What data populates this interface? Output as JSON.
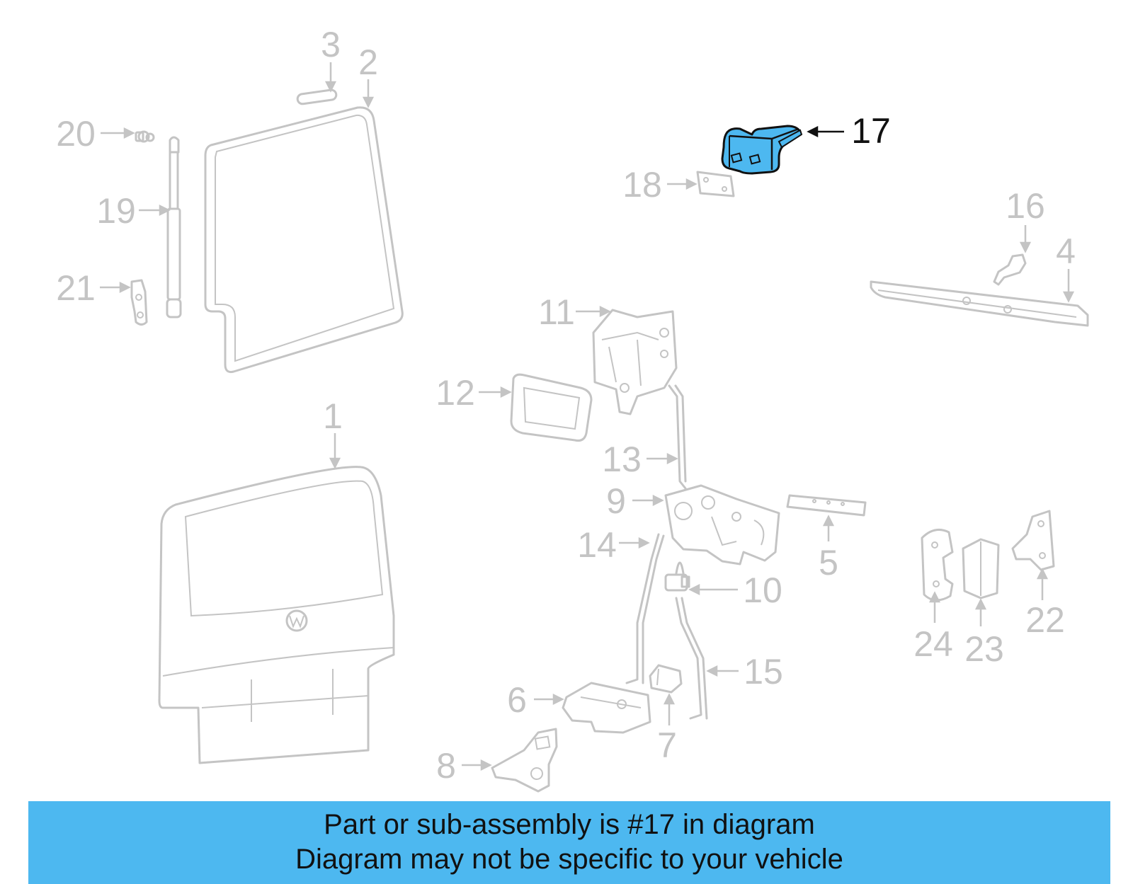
{
  "callouts": [
    {
      "id": "1",
      "label": "1"
    },
    {
      "id": "2",
      "label": "2"
    },
    {
      "id": "3",
      "label": "3"
    },
    {
      "id": "4",
      "label": "4"
    },
    {
      "id": "5",
      "label": "5"
    },
    {
      "id": "6",
      "label": "6"
    },
    {
      "id": "7",
      "label": "7"
    },
    {
      "id": "8",
      "label": "8"
    },
    {
      "id": "9",
      "label": "9"
    },
    {
      "id": "10",
      "label": "10"
    },
    {
      "id": "11",
      "label": "11"
    },
    {
      "id": "12",
      "label": "12"
    },
    {
      "id": "13",
      "label": "13"
    },
    {
      "id": "14",
      "label": "14"
    },
    {
      "id": "15",
      "label": "15"
    },
    {
      "id": "16",
      "label": "16"
    },
    {
      "id": "17",
      "label": "17"
    },
    {
      "id": "18",
      "label": "18"
    },
    {
      "id": "19",
      "label": "19"
    },
    {
      "id": "20",
      "label": "20"
    },
    {
      "id": "21",
      "label": "21"
    },
    {
      "id": "22",
      "label": "22"
    },
    {
      "id": "23",
      "label": "23"
    },
    {
      "id": "24",
      "label": "24"
    }
  ],
  "highlighted_part": "17",
  "colors": {
    "highlight": "#4db8f0",
    "part_lines": "#c4c4c4",
    "callout_text": "#c4c4c4",
    "highlight_text": "#111111",
    "banner": "#4db8f0"
  },
  "banner": {
    "line1": "Part or sub-assembly is #17 in diagram",
    "line2": "Diagram may not be specific to your vehicle"
  }
}
